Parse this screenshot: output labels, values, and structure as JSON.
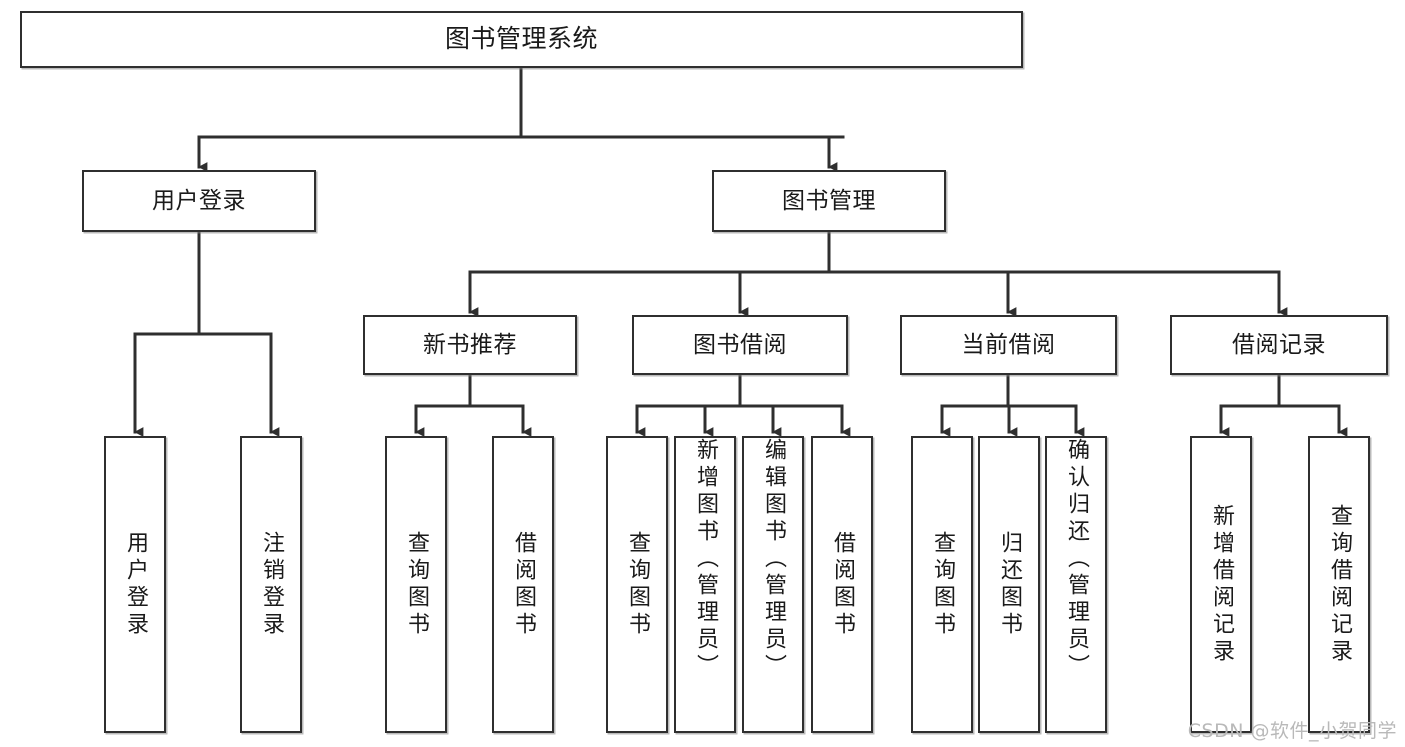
{
  "diagram": {
    "title": "图书管理系统",
    "type": "tree",
    "watermark": "CSDN @软件_小贺同学",
    "colors": {
      "box_border": "#2f2f2f",
      "box_fill": "#ffffff",
      "edge": "#2f2f2f",
      "text": "#1a1a1a",
      "watermark": "#b9b9b9"
    },
    "nodes": {
      "root": {
        "label": "图书管理系统"
      },
      "tier2": [
        {
          "id": "user-login",
          "label": "用户登录"
        },
        {
          "id": "book-manage",
          "label": "图书管理"
        }
      ],
      "tier3": [
        {
          "id": "new-book-recommend",
          "label": "新书推荐"
        },
        {
          "id": "book-borrow",
          "label": "图书借阅"
        },
        {
          "id": "current-borrow",
          "label": "当前借阅"
        },
        {
          "id": "borrow-record",
          "label": "借阅记录"
        }
      ],
      "leaves": [
        {
          "id": "leaf-user-login",
          "label": "用户登录",
          "parent": "user-login"
        },
        {
          "id": "leaf-user-logout",
          "label": "注销登录",
          "parent": "user-login"
        },
        {
          "id": "leaf-query-book-1",
          "label": "查询图书",
          "parent": "new-book-recommend"
        },
        {
          "id": "leaf-borrow-book-1",
          "label": "借阅图书",
          "parent": "new-book-recommend"
        },
        {
          "id": "leaf-query-book-2",
          "label": "查询图书",
          "parent": "book-borrow"
        },
        {
          "id": "leaf-add-book",
          "label": "新增图书（管理员）",
          "parent": "book-borrow"
        },
        {
          "id": "leaf-edit-book",
          "label": "编辑图书（管理员）",
          "parent": "book-borrow"
        },
        {
          "id": "leaf-borrow-book-2",
          "label": "借阅图书",
          "parent": "book-borrow"
        },
        {
          "id": "leaf-query-book-3",
          "label": "查询图书",
          "parent": "current-borrow"
        },
        {
          "id": "leaf-return-book",
          "label": "归还图书",
          "parent": "current-borrow"
        },
        {
          "id": "leaf-confirm-return",
          "label": "确认归还（管理员）",
          "parent": "current-borrow"
        },
        {
          "id": "leaf-add-record",
          "label": "新增借阅记录",
          "parent": "borrow-record"
        },
        {
          "id": "leaf-query-record",
          "label": "查询借阅记录",
          "parent": "borrow-record"
        }
      ]
    }
  }
}
